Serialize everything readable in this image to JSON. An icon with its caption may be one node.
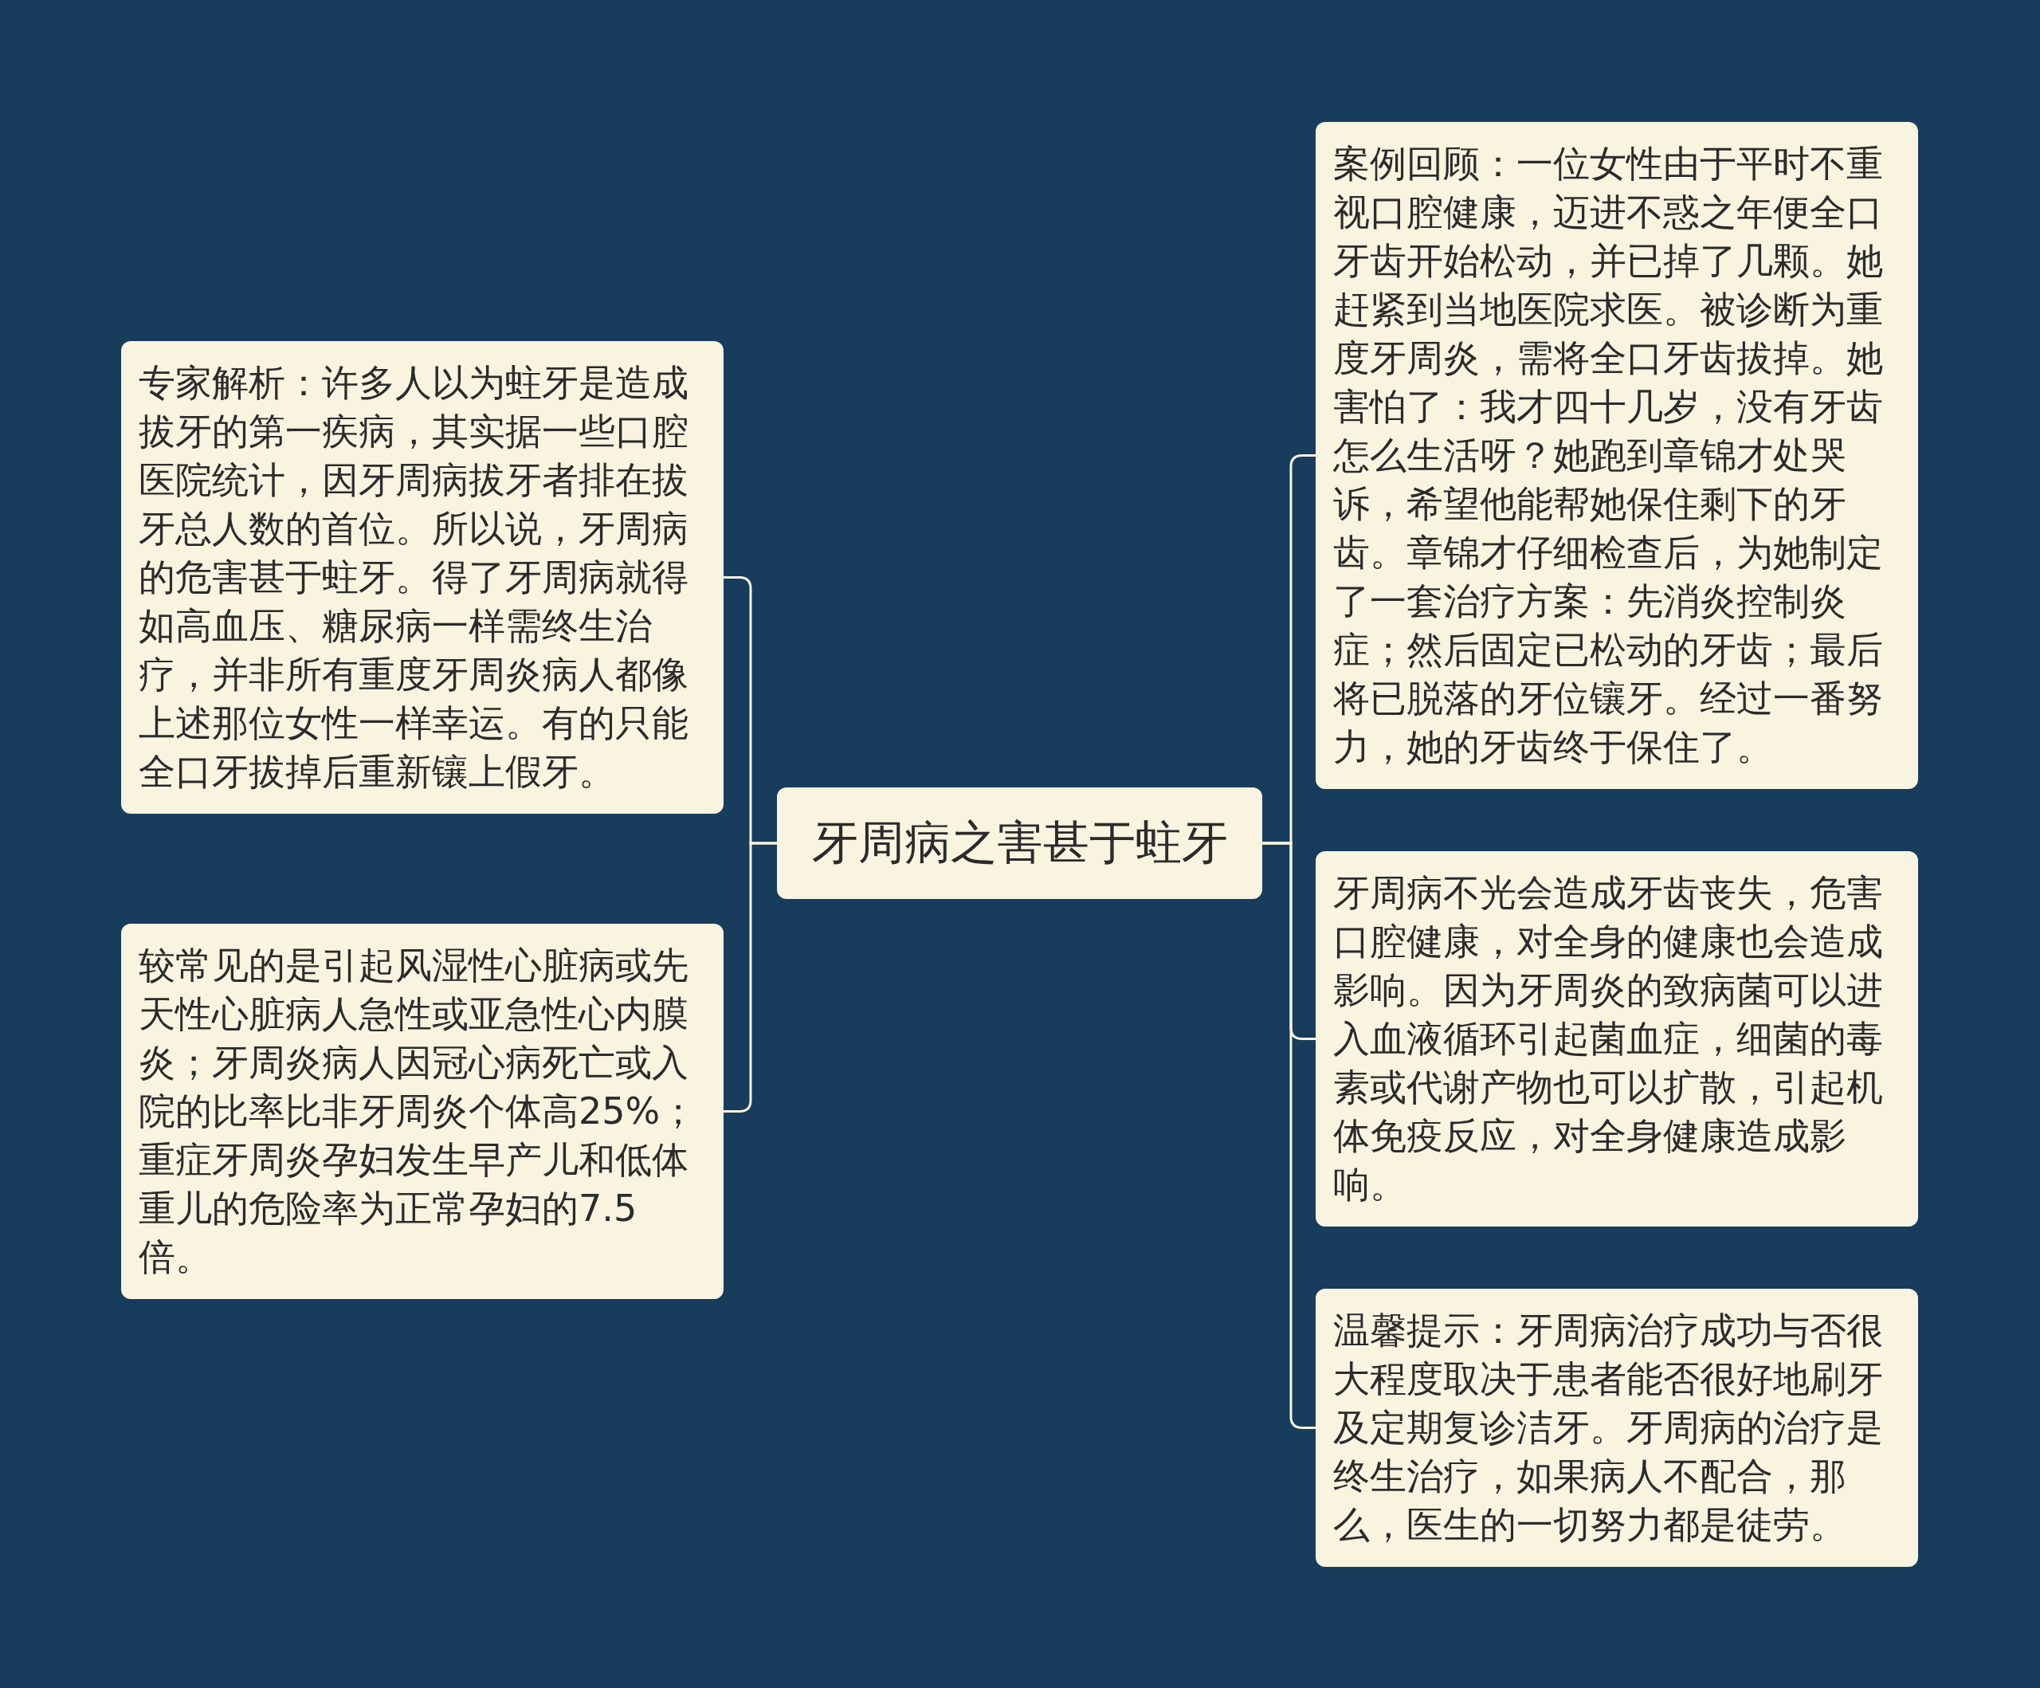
{
  "diagram": {
    "nodes": [
      {
        "text": [
          "牙周病之害甚于蛀牙"
        ]
      },
      {
        "text": [
          "专家解析：许多人以为蛀牙是造成拔牙的第一疾病，其实据一些口腔医院统计，因牙周病拔牙者排在拔牙总人数的首位。所以说，牙周病的危害甚于蛀牙。得了牙周病就得如高血压、糖尿病一样需终生治疗，并非所有重度牙周炎病人都像上述那位女性一样幸运。有的只能全口牙拔掉后重新镶上假牙。"
        ]
      },
      {
        "text": [
          "较常见的是引起风湿性心脏病或先天性心脏病人急性或亚急性心内膜炎；牙周炎病人因冠心病死亡或入院的比率比非牙周炎个体高25%；重症牙周炎孕妇发生早产儿和低体重儿的危险率为正常孕妇的7.5倍。"
        ]
      },
      {
        "text": [
          "案例回顾：一位女性由于平时不重视口腔健康，迈进不惑之年便全口牙齿开始松动，并已掉了几颗。她赶紧到当地医院求医。被诊断为重度牙周炎，需将全口牙齿拔掉。她害怕了：我才四十几岁，没有牙齿怎么生活呀？她跑到章锦才处哭诉，希望他能帮她保住剩下的牙齿。章锦才仔细检查后，为她制定了一套治疗方案：先消炎控制炎症；然后固定已松动的牙齿；最后将已脱落的牙位镶牙。经过一番努力，她的牙齿终于保住了。"
        ]
      },
      {
        "text": [
          "牙周病不光会造成牙齿丧失，危害口腔健康，对全身的健康也会造成影响。因为牙周炎的致病菌可以进入血液循环引起菌血症，细菌的毒素或代谢产物也可以扩散，引起机体免疫反应，对全身健康造成影响。"
        ]
      },
      {
        "text": [
          "温馨提示：牙周病治疗成功与否很大程度取决于患者能否很好地刷牙及定期复诊洁牙。牙周病的治疗是终生治疗，如果病人不配合，那么，医生的一切努力都是徒劳。"
        ]
      }
    ],
    "edges": [
      {
        "from": 0,
        "to": 1,
        "arrow": "none"
      },
      {
        "from": 0,
        "to": 2,
        "arrow": "none"
      },
      {
        "from": 0,
        "to": 3,
        "arrow": "none"
      },
      {
        "from": 0,
        "to": 4,
        "arrow": "none"
      },
      {
        "from": 0,
        "to": 5,
        "arrow": "none"
      }
    ]
  }
}
